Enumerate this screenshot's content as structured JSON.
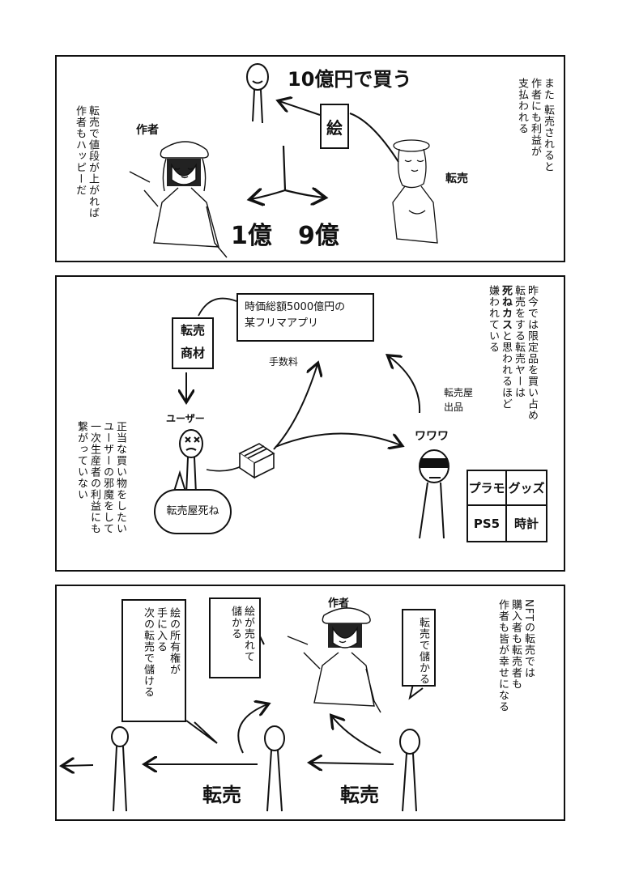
{
  "panel1": {
    "note_right": "また 転売されると\n作者にも利益が\n支払われる",
    "note_left": "転売で値段が上がれば\n作者もハッピーだ",
    "buy_label": "10億円で買う",
    "art_label": "絵",
    "author_label": "作者",
    "reseller_label": "転売",
    "split_left": "1億",
    "split_right": "9億"
  },
  "panel2": {
    "note_right_line1": "昨今では限定品を買い占め",
    "note_right_line2": "転売をする転売ヤーは",
    "note_right_bold": "死ねカス",
    "note_right_line3": "と思われるほど",
    "note_right_line4": "嫌われている",
    "market_box": "時価総額5000億円の\n某フリマアプリ",
    "product_label": "転売\n商材",
    "fee_label": "手数料",
    "listing_label": "転売屋\n出品",
    "user_label": "ユーザー",
    "user_speech": "転売屋死ね",
    "reseller_name": "ワワワ",
    "note_left": "正当な買い物をしたい\nユーザーの邪魔をして\n一次生産者の利益にも\n繋がっていない",
    "goods": [
      "プラモ",
      "グッズ",
      "PS5",
      "時計"
    ]
  },
  "panel3": {
    "note_right": "NFTの転売では\n購入者も転売者も\n作者も皆が幸せになる",
    "author_label": "作者",
    "box_profit": "転売で儲かる",
    "box_sold": "絵が売れて\n儲かる",
    "box_owner": "絵の所有権が\n手に入る\n次の転売で儲ける",
    "resale_1": "転売",
    "resale_2": "転売"
  }
}
